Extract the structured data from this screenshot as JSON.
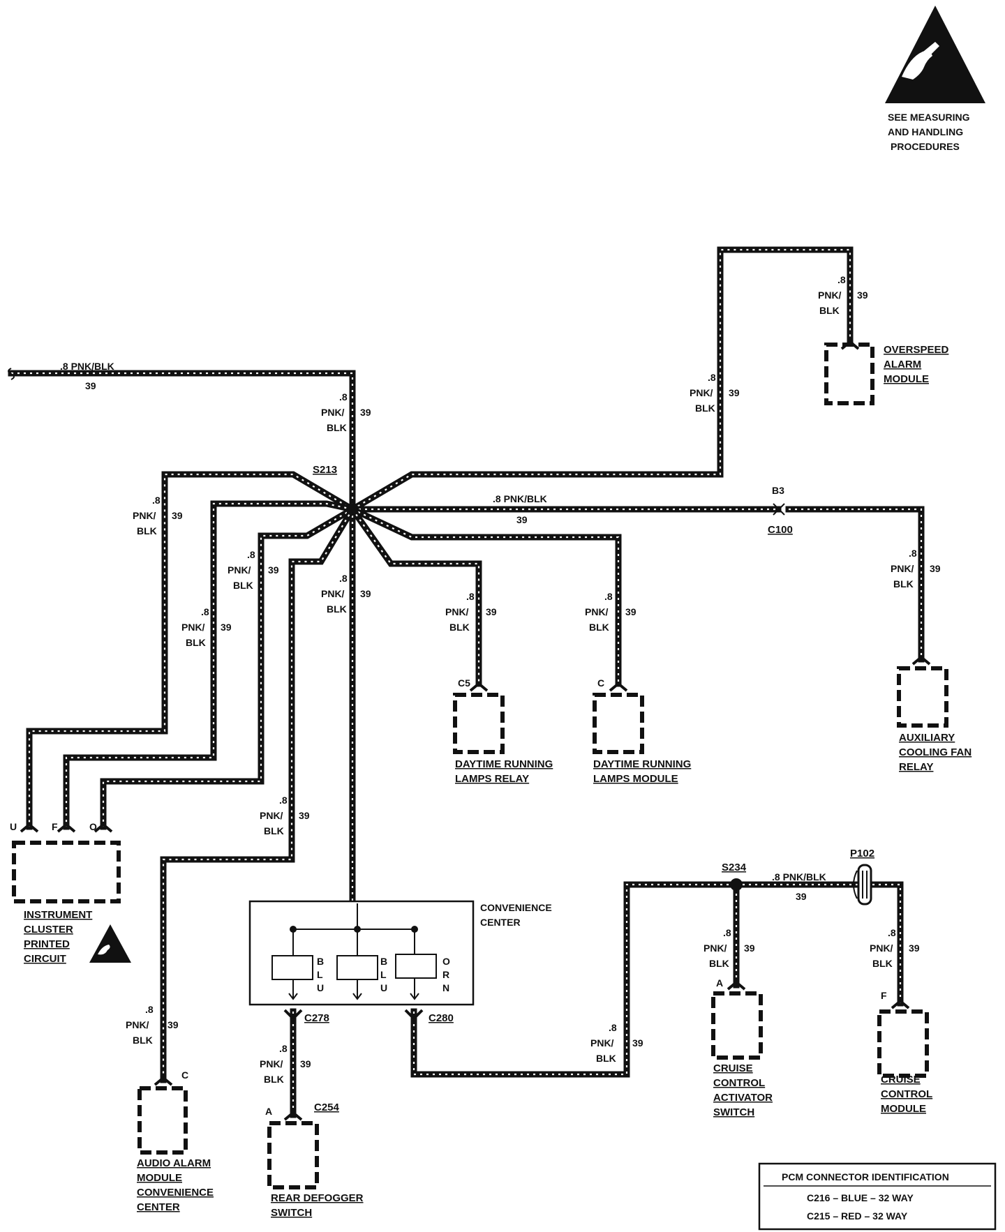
{
  "esd_notice": [
    "SEE MEASURING",
    "AND HANDLING",
    "PROCEDURES"
  ],
  "splices": {
    "s213": "S213",
    "s234": "S234"
  },
  "connectors": {
    "c100": "C100",
    "b3": "B3",
    "c278": "C278",
    "c280": "C280",
    "c254": "C254",
    "p102": "P102",
    "c5": "C5",
    "drl_module_pin": "C",
    "audio_alarm_pin": "C",
    "rear_defogger_pin": "A",
    "cruise_switch_pin": "A",
    "cruise_module_pin": "F",
    "cluster_pins": [
      "U",
      "F",
      "O"
    ]
  },
  "wire_labels": {
    "size": ".8",
    "color": "PNK/",
    "color2": "BLK",
    "circuit": "39",
    "inline": ".8 PNK/BLK"
  },
  "components": {
    "overspeed_alarm_module": [
      "OVERSPEED",
      "ALARM",
      "MODULE"
    ],
    "aux_cooling_fan_relay": [
      "AUXILIARY",
      "COOLING FAN",
      "RELAY"
    ],
    "drl_relay": [
      "DAYTIME RUNNING",
      "LAMPS RELAY"
    ],
    "drl_module": [
      "DAYTIME RUNNING",
      "LAMPS MODULE"
    ],
    "instrument_cluster": [
      "INSTRUMENT",
      "CLUSTER",
      "PRINTED",
      "CIRCUIT"
    ],
    "convenience_center": [
      "CONVENIENCE",
      "CENTER"
    ],
    "audio_alarm": [
      "AUDIO ALARM",
      "MODULE",
      "CONVENIENCE",
      "CENTER"
    ],
    "rear_defogger": [
      "REAR DEFOGGER",
      "SWITCH"
    ],
    "cruise_switch": [
      "CRUISE",
      "CONTROL",
      "ACTIVATOR",
      "SWITCH"
    ],
    "cruise_module": [
      "CRUISE",
      "CONTROL",
      "MODULE"
    ]
  },
  "relay_colors": [
    [
      "B",
      "L",
      "U"
    ],
    [
      "B",
      "L",
      "U"
    ],
    [
      "O",
      "R",
      "N"
    ]
  ],
  "pcm_table": {
    "title": "PCM CONNECTOR IDENTIFICATION",
    "rows": [
      "C216 – BLUE – 32 WAY",
      "C215 – RED – 32 WAY"
    ]
  }
}
